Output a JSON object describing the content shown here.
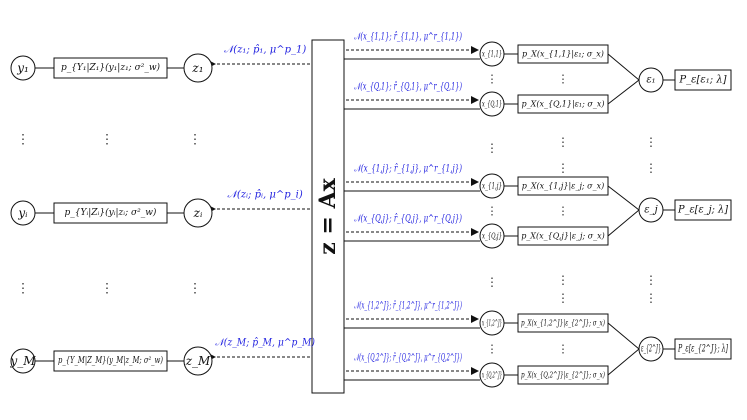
{
  "colors": {
    "message": "#2323e0",
    "line": "#111111",
    "ink": "#111111"
  },
  "center_label": "z = Ax",
  "left_rows": [
    {
      "y": "y₁",
      "likelihood": "p_{Y₁|Z₁}(y₁|z₁; σ²_w)",
      "z": "z₁",
      "message": "𝒩(z₁; p̂₁, μ^p_1)"
    },
    {
      "y": "yᵢ",
      "likelihood": "p_{Yᵢ|Zᵢ}(yᵢ|zᵢ; σ²_w)",
      "z": "zᵢ",
      "message": "𝒩(zᵢ; p̂ᵢ, μ^p_i)"
    },
    {
      "y": "y_M",
      "likelihood": "p_{Y_M|Z_M}(y_M|z_M; σ²_w)",
      "z": "z_M",
      "message": "𝒩(z_M; p̂_M, μ^p_M)"
    }
  ],
  "right_groups": [
    {
      "eps": "ε₁",
      "prior": "P_ε[ε₁; λ]",
      "entries": [
        {
          "message": "𝒩(x_{1,1}; r̂_{1,1}, μ^r_{1,1})",
          "x": "x_{1,1}",
          "factor": "p_X(x_{1,1}|ε₁; σ_x)"
        },
        {
          "message": "𝒩(x_{Q,1}; r̂_{Q,1}, μ^r_{Q,1})",
          "x": "x_{Q,1}",
          "factor": "p_X(x_{Q,1}|ε₁; σ_x)"
        }
      ]
    },
    {
      "eps": "ε_j",
      "prior": "P_ε[ε_j; λ]",
      "entries": [
        {
          "message": "𝒩(x_{1,j}; r̂_{1,j}, μ^r_{1,j})",
          "x": "x_{1,j}",
          "factor": "p_X(x_{1,j}|ε_j; σ_x)"
        },
        {
          "message": "𝒩(x_{Q,j}; r̂_{Q,j}, μ^r_{Q,j})",
          "x": "x_{Q,j}",
          "factor": "p_X(x_{Q,j}|ε_j; σ_x)"
        }
      ]
    },
    {
      "eps": "ε_{2^J}",
      "prior": "P_ε[ε_{2^J}; λ]",
      "entries": [
        {
          "message": "𝒩(x_{1,2^J}; r̂_{1,2^J}, μ^r_{1,2^J})",
          "x": "x_{1,2^J}",
          "factor": "p_X(x_{1,2^J}|ε_{2^J}; σ_x)"
        },
        {
          "message": "𝒩(x_{Q,2^J}; r̂_{Q,2^J}, μ^r_{Q,2^J})",
          "x": "x_{Q,2^J}",
          "factor": "p_X(x_{Q,2^J}|ε_{2^J}; σ_x)"
        }
      ]
    }
  ],
  "ellipsis": "⋮"
}
